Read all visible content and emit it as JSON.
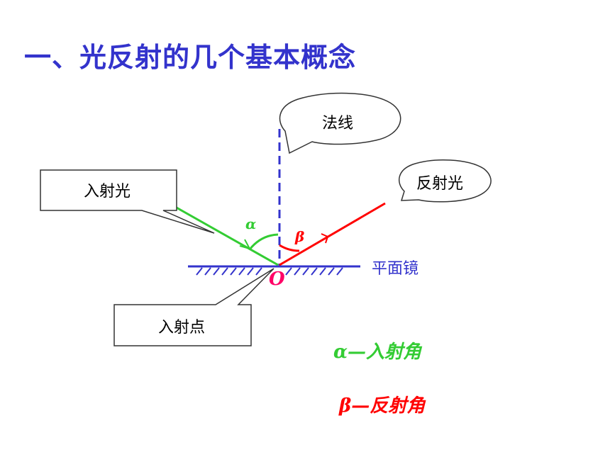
{
  "title": "一、光反射的几个基本概念",
  "labels": {
    "normal": "法线",
    "incident_ray": "入射光",
    "reflected_ray": "反射光",
    "mirror": "平面镜",
    "incident_point": "入射点",
    "point_o": "O",
    "alpha": "α",
    "beta": "β"
  },
  "legend": {
    "alpha_def": "α—入射角",
    "beta_def": "β—反射角"
  },
  "colors": {
    "title": "#3333cc",
    "incident": "#33cc33",
    "reflected": "#ff0000",
    "normal_line": "#3333cc",
    "mirror": "#3333cc",
    "point": "#ff0066"
  }
}
